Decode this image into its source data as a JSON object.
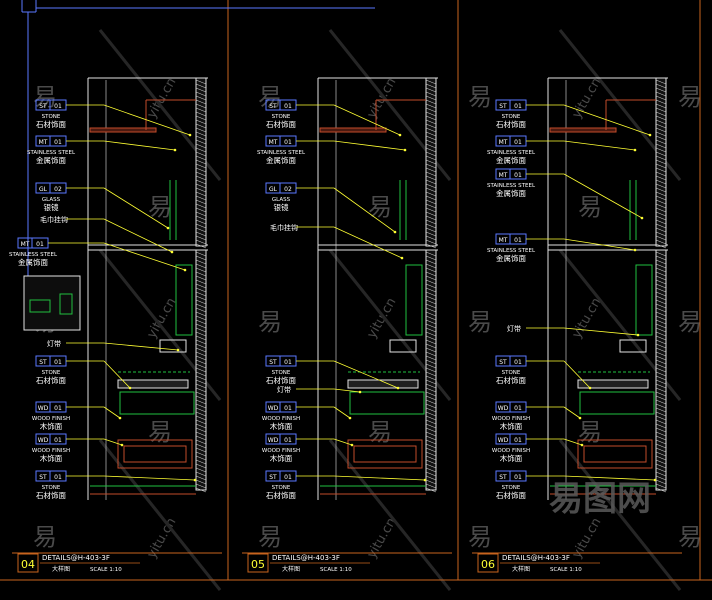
{
  "panels": [
    {
      "number": "04",
      "title": "DETAILS@H-403-3F",
      "subtitle": "大样图",
      "scale": "SCALE  1:10",
      "callouts": [
        {
          "tag": "ST",
          "num": "01",
          "en": "STONE",
          "cn": "石材饰面"
        },
        {
          "tag": "MT",
          "num": "01",
          "en": "STAINLESS STEEL",
          "cn": "金属饰面"
        },
        {
          "tag": "GL",
          "num": "02",
          "en": "GLASS",
          "cn": "银镜"
        },
        {
          "tag": "",
          "num": "",
          "en": "",
          "cn": "毛巾挂钩"
        },
        {
          "tag": "MT",
          "num": "01",
          "en": "STAINLESS STEEL",
          "cn": "金属饰面"
        },
        {
          "tag": "",
          "num": "",
          "en": "",
          "cn": "灯带"
        },
        {
          "tag": "ST",
          "num": "01",
          "en": "STONE",
          "cn": "石材饰面"
        },
        {
          "tag": "WD",
          "num": "01",
          "en": "WOOD FINISH",
          "cn": "木饰面"
        },
        {
          "tag": "WD",
          "num": "01",
          "en": "WOOD FINISH",
          "cn": "木饰面"
        },
        {
          "tag": "ST",
          "num": "01",
          "en": "STONE",
          "cn": "石材饰面"
        }
      ]
    },
    {
      "number": "05",
      "title": "DETAILS@H-403-3F",
      "subtitle": "大样图",
      "scale": "SCALE  1:10",
      "callouts": [
        {
          "tag": "ST",
          "num": "01",
          "en": "STONE",
          "cn": "石材饰面"
        },
        {
          "tag": "MT",
          "num": "01",
          "en": "STAINLESS STEEL",
          "cn": "金属饰面"
        },
        {
          "tag": "GL",
          "num": "02",
          "en": "GLASS",
          "cn": "银镜"
        },
        {
          "tag": "",
          "num": "",
          "en": "",
          "cn": "毛巾挂钩"
        },
        {
          "tag": "ST",
          "num": "01",
          "en": "STONE",
          "cn": "石材饰面"
        },
        {
          "tag": "",
          "num": "",
          "en": "",
          "cn": "灯带"
        },
        {
          "tag": "WD",
          "num": "01",
          "en": "WOOD FINISH",
          "cn": "木饰面"
        },
        {
          "tag": "WD",
          "num": "01",
          "en": "WOOD FINISH",
          "cn": "木饰面"
        },
        {
          "tag": "ST",
          "num": "01",
          "en": "STONE",
          "cn": "石材饰面"
        }
      ]
    },
    {
      "number": "06",
      "title": "DETAILS@H-403-3F",
      "subtitle": "大样图",
      "scale": "SCALE  1:10",
      "callouts": [
        {
          "tag": "ST",
          "num": "01",
          "en": "STONE",
          "cn": "石材饰面"
        },
        {
          "tag": "MT",
          "num": "01",
          "en": "STAINLESS STEEL",
          "cn": "金属饰面"
        },
        {
          "tag": "MT",
          "num": "01",
          "en": "STAINLESS STEEL",
          "cn": "金属饰面"
        },
        {
          "tag": "MT",
          "num": "01",
          "en": "STAINLESS STEEL",
          "cn": "金属饰面"
        },
        {
          "tag": "",
          "num": "",
          "en": "",
          "cn": "灯带"
        },
        {
          "tag": "ST",
          "num": "01",
          "en": "STONE",
          "cn": "石材饰面"
        },
        {
          "tag": "WD",
          "num": "01",
          "en": "WOOD FINISH",
          "cn": "木饰面"
        },
        {
          "tag": "WD",
          "num": "01",
          "en": "WOOD FINISH",
          "cn": "木饰面"
        },
        {
          "tag": "ST",
          "num": "01",
          "en": "STONE",
          "cn": "石材饰面"
        }
      ]
    }
  ],
  "watermark": {
    "text": "yitu.cn",
    "glyph": "易",
    "brand": "易图网"
  },
  "colors": {
    "background": "#000000",
    "frame": "#c8641e",
    "tag": "#5a78ff",
    "label": "#ffffff",
    "leader": "#ffff33",
    "section_line": "#e2e2e2",
    "wood": "#c24b2a",
    "detail": "#21c040"
  }
}
